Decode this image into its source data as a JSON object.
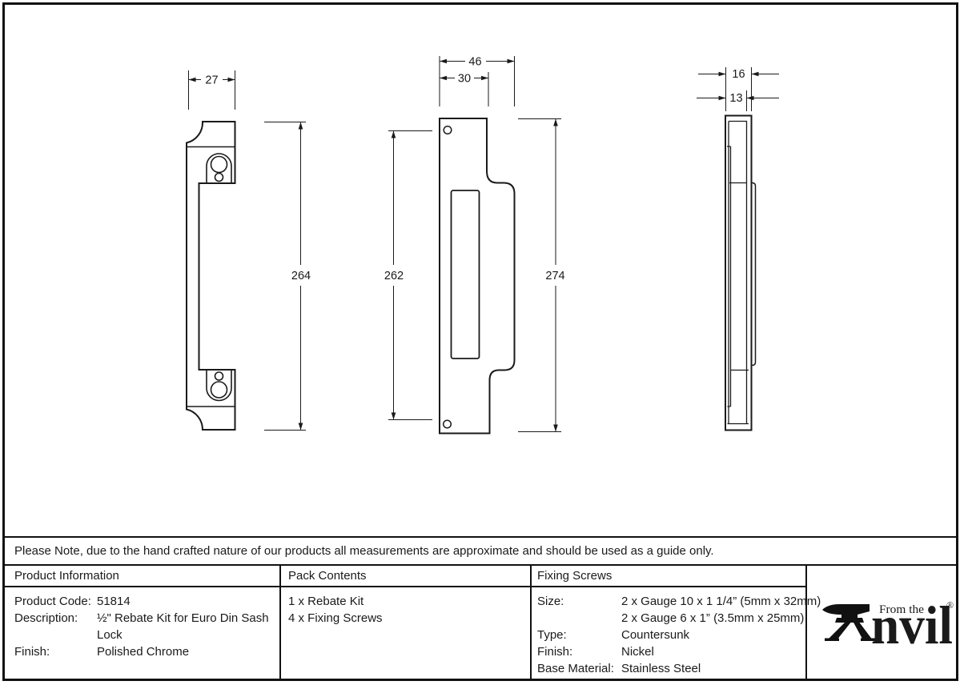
{
  "note": {
    "text": "Please Note, due to the hand crafted nature of our products all measurements are approximate and should be used as a guide only."
  },
  "drawings": {
    "front": {
      "width": "27",
      "height": "264"
    },
    "face": {
      "outer_width": "46",
      "inner_width": "30",
      "left_height": "262",
      "right_height": "274"
    },
    "side": {
      "depth": "16",
      "plate_depth": "13"
    }
  },
  "table": {
    "product_information": {
      "header": "Product Information",
      "rows": [
        {
          "label": "Product Code:",
          "value": "51814"
        },
        {
          "label": "Description:",
          "value": "½\" Rebate Kit for Euro Din Sash"
        },
        {
          "label": "",
          "value": "Lock"
        },
        {
          "label": "Finish:",
          "value": "Polished Chrome"
        }
      ]
    },
    "pack_contents": {
      "header": "Pack Contents",
      "items": [
        "1 x Rebate Kit",
        "4 x Fixing Screws"
      ]
    },
    "fixing_screws": {
      "header": "Fixing Screws",
      "rows": [
        {
          "label": "Size:",
          "value": "2 x Gauge 10 x 1 1/4” (5mm x 32mm)"
        },
        {
          "label": "",
          "value": "2 x Gauge 6 x 1” (3.5mm x 25mm)"
        },
        {
          "label": "Type:",
          "value": "Countersunk"
        },
        {
          "label": "Finish:",
          "value": "Nickel"
        },
        {
          "label": "Base Material:",
          "value": "Stainless Steel"
        }
      ]
    }
  },
  "logo": {
    "tagline": "From the",
    "name": "nvil",
    "registered": "®"
  }
}
